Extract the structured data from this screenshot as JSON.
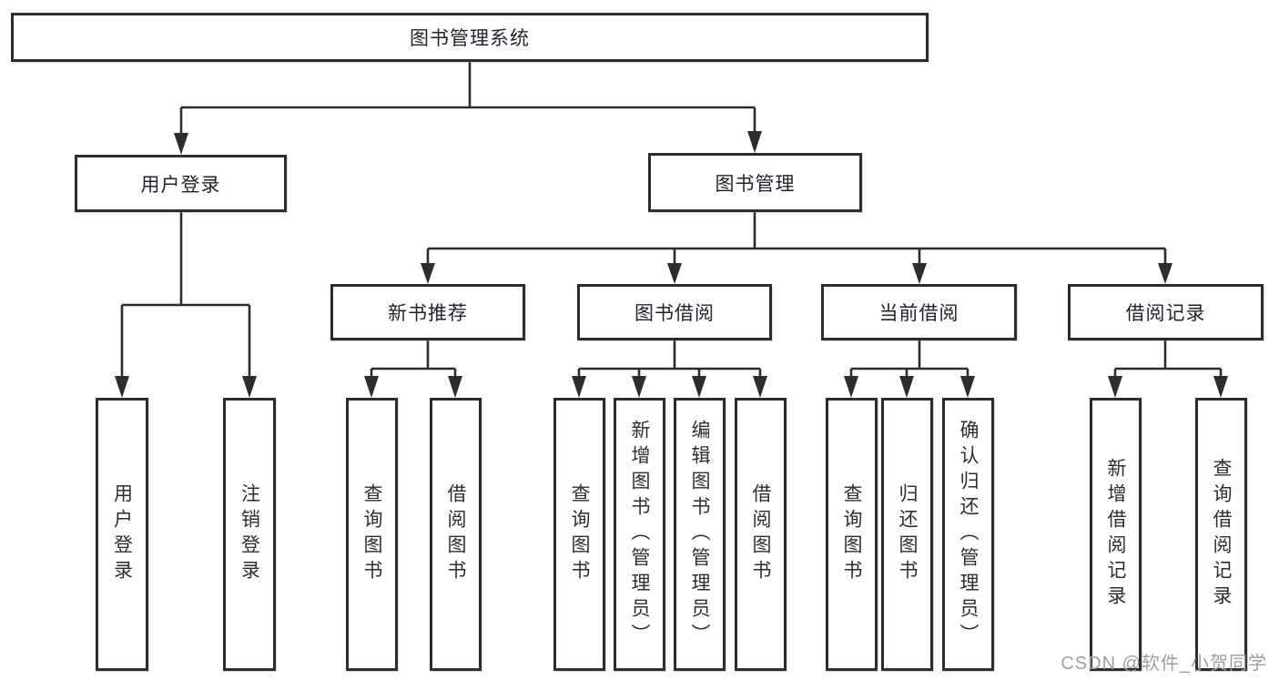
{
  "diagram_type": "hierarchy-tree",
  "watermark": "CSDN @软件_小贺同学",
  "tree": {
    "label": "图书管理系统",
    "children": [
      {
        "label": "用户登录",
        "children": [
          {
            "label": "用户登录"
          },
          {
            "label": "注销登录"
          }
        ]
      },
      {
        "label": "图书管理",
        "children": [
          {
            "label": "新书推荐",
            "children": [
              {
                "label": "查询图书"
              },
              {
                "label": "借阅图书"
              }
            ]
          },
          {
            "label": "图书借阅",
            "children": [
              {
                "label": "查询图书"
              },
              {
                "label": "新增图书（管理员）"
              },
              {
                "label": "编辑图书（管理员）"
              },
              {
                "label": "借阅图书"
              }
            ]
          },
          {
            "label": "当前借阅",
            "children": [
              {
                "label": "查询图书"
              },
              {
                "label": "归还图书"
              },
              {
                "label": "确认归还（管理员）"
              }
            ]
          },
          {
            "label": "借阅记录",
            "children": [
              {
                "label": "新增借阅记录"
              },
              {
                "label": "查询借阅记录"
              }
            ]
          }
        ]
      }
    ]
  },
  "colors": {
    "line": "#2d2d2d",
    "box_border": "#2d2d2d",
    "box_fill": "#ffffff",
    "text": "#1f2329",
    "watermark": "#9b9ea3"
  }
}
